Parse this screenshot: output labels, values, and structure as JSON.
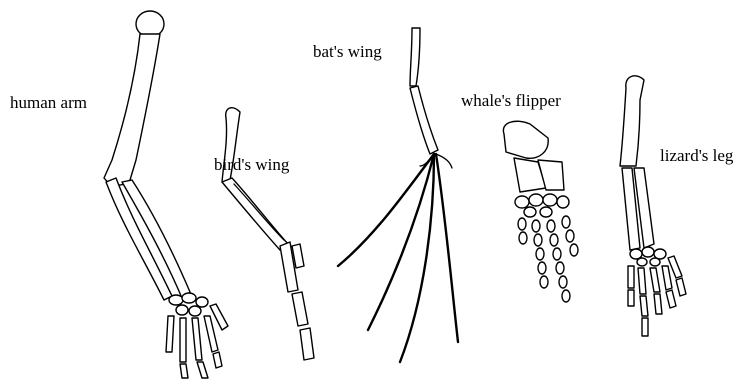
{
  "labels": {
    "human": "human arm",
    "bird": "bird's wing",
    "bat": "bat's wing",
    "whale": "whale's flipper",
    "lizard": "lizard's leg"
  },
  "colors": {
    "ink": "#000000",
    "paper": "#ffffff"
  }
}
